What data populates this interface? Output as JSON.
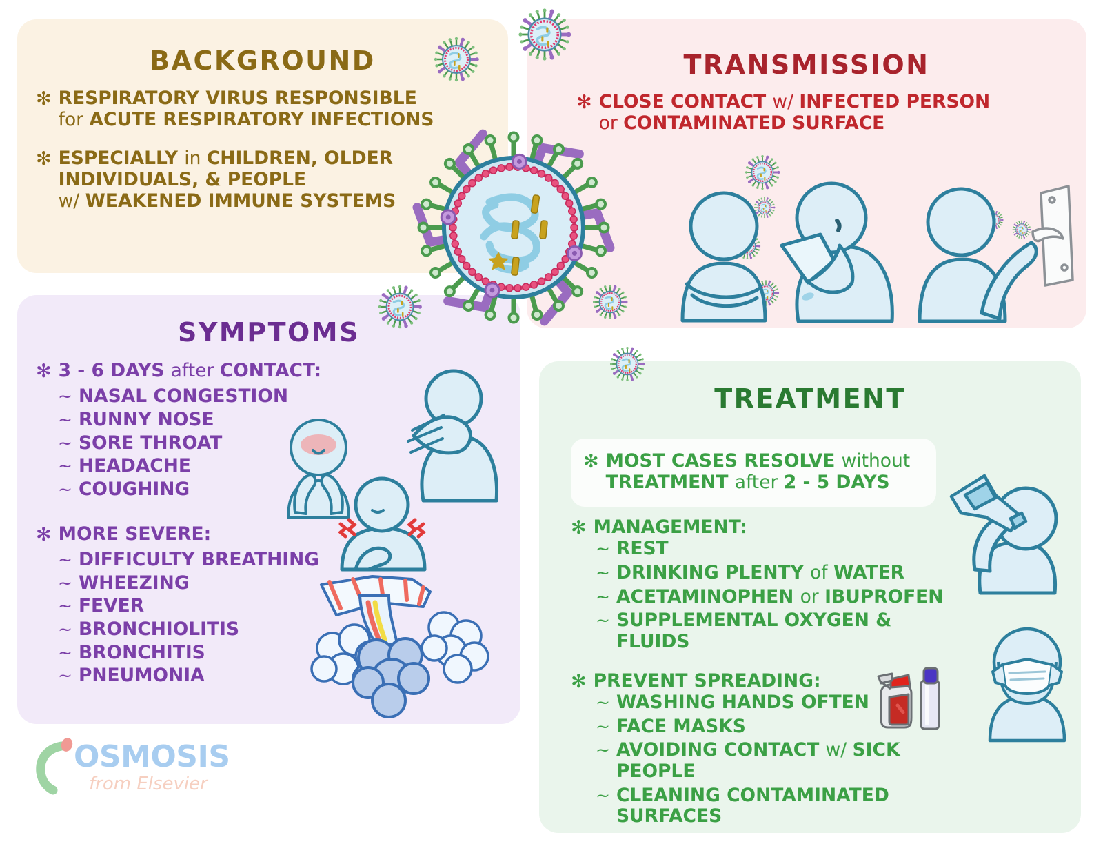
{
  "panels": {
    "background": {
      "title": "BACKGROUND",
      "color": "#8a6a16",
      "bullets": [
        {
          "lines": [
            [
              {
                "t": "RESPIRATORY VIRUS RESPONSIBLE",
                "w": "sb"
              }
            ],
            [
              {
                "t": "for ",
                "w": "lw"
              },
              {
                "t": "ACUTE RESPIRATORY INFECTIONS",
                "w": "sb"
              }
            ]
          ]
        },
        {
          "lines": [
            [
              {
                "t": "ESPECIALLY ",
                "w": "sb"
              },
              {
                "t": "in ",
                "w": "lw"
              },
              {
                "t": "CHILDREN, OLDER",
                "w": "sb"
              }
            ],
            [
              {
                "t": "INDIVIDUALS, & PEOPLE",
                "w": "sb"
              }
            ],
            [
              {
                "t": "w/ ",
                "w": "lw"
              },
              {
                "t": "WEAKENED IMMUNE SYSTEMS",
                "w": "sb"
              }
            ]
          ]
        }
      ]
    },
    "transmission": {
      "title": "TRANSMISSION",
      "color": "#c0272d",
      "bullets": [
        {
          "lines": [
            [
              {
                "t": "CLOSE CONTACT ",
                "w": "sb"
              },
              {
                "t": "w/ ",
                "w": "lw"
              },
              {
                "t": "INFECTED PERSON",
                "w": "sb"
              }
            ],
            [
              {
                "t": "or ",
                "w": "lw"
              },
              {
                "t": "CONTAMINATED SURFACE",
                "w": "sb"
              }
            ]
          ]
        }
      ]
    },
    "symptoms": {
      "title": "SYMPTOMS",
      "color": "#7b3fa8",
      "groups": [
        {
          "heading": [
            {
              "t": "3 - 6 DAYS ",
              "w": "sb"
            },
            {
              "t": "after ",
              "w": "lw"
            },
            {
              "t": "CONTACT:",
              "w": "sb"
            }
          ],
          "items": [
            {
              "t": "NASAL CONGESTION",
              "w": "bd"
            },
            {
              "t": "RUNNY NOSE",
              "w": "sb"
            },
            {
              "t": "SORE THROAT",
              "w": "bd"
            },
            {
              "t": "HEADACHE",
              "w": "sb"
            },
            {
              "t": "COUGHING",
              "w": "bd"
            }
          ]
        },
        {
          "heading": [
            {
              "t": "MORE SEVERE:",
              "w": "sb"
            }
          ],
          "items": [
            {
              "t": "DIFFICULTY BREATHING",
              "w": "sb"
            },
            {
              "t": "WHEEZING",
              "w": "sb"
            },
            {
              "t": "FEVER",
              "w": "sb"
            },
            {
              "t": "BRONCHIOLITIS",
              "w": "bd"
            },
            {
              "t": "BRONCHITIS",
              "w": "sb"
            },
            {
              "t": "PNEUMONIA",
              "w": "sb"
            }
          ]
        }
      ]
    },
    "treatment": {
      "title": "TREATMENT",
      "color": "#3ba045",
      "callout": {
        "lines": [
          [
            {
              "t": "MOST CASES RESOLVE ",
              "w": "sb"
            },
            {
              "t": "without",
              "w": "lw"
            }
          ],
          [
            {
              "t": "TREATMENT ",
              "w": "sb"
            },
            {
              "t": "after ",
              "w": "lw"
            },
            {
              "t": "2 - 5 DAYS",
              "w": "sb"
            }
          ]
        ]
      },
      "groups": [
        {
          "heading": [
            {
              "t": "MANAGEMENT:",
              "w": "sb"
            }
          ],
          "items": [
            [
              {
                "t": "REST",
                "w": "sb"
              }
            ],
            [
              {
                "t": "DRINKING PLENTY ",
                "w": "bd"
              },
              {
                "t": "of ",
                "w": "lw"
              },
              {
                "t": "WATER",
                "w": "bd"
              }
            ],
            [
              {
                "t": "ACETAMINOPHEN ",
                "w": "sb"
              },
              {
                "t": "or ",
                "w": "lw"
              },
              {
                "t": "IBUPROFEN",
                "w": "sb"
              }
            ],
            [
              {
                "t": "SUPPLEMENTAL OXYGEN & FLUIDS",
                "w": "sb"
              }
            ]
          ]
        },
        {
          "heading": [
            {
              "t": "PREVENT SPREADING:",
              "w": "sb"
            }
          ],
          "items": [
            [
              {
                "t": "WASHING HANDS OFTEN",
                "w": "sb"
              }
            ],
            [
              {
                "t": "FACE MASKS",
                "w": "bd"
              }
            ],
            [
              {
                "t": "AVOIDING CONTACT ",
                "w": "sb"
              },
              {
                "t": "w/ ",
                "w": "lw"
              },
              {
                "t": "SICK PEOPLE",
                "w": "sb"
              }
            ],
            [
              {
                "t": "CLEANING CONTAMINATED SURFACES",
                "w": "bd"
              }
            ]
          ]
        }
      ]
    }
  },
  "markers": {
    "star": "✻",
    "tilde": "~"
  },
  "logo": {
    "word": "OSMOSIS",
    "tagline": "from Elsevier"
  },
  "colors": {
    "bg_panel": "#fbf2e3",
    "transmission_panel": "#fceced",
    "symptoms_panel": "#f2eaf9",
    "treatment_panel": "#eaf5ec",
    "background_text": "#8a6a16",
    "transmission_text": "#c0272d",
    "symptoms_text": "#7b3fa8",
    "treatment_text": "#3ba045",
    "figure_fill": "#ddeef7",
    "figure_stroke": "#2d7f9d",
    "virus_membrane": "#e23a6e",
    "virus_spike_green": "#4b9b4e",
    "virus_spike_purple": "#9a6cc0"
  },
  "illustrations": [
    {
      "name": "virus-large-center"
    },
    {
      "name": "virus-particle-small"
    },
    {
      "name": "person-arms-crossed"
    },
    {
      "name": "person-sneezing-tissue"
    },
    {
      "name": "person-touching-door-handle"
    },
    {
      "name": "person-sick-face-flushed"
    },
    {
      "name": "person-coughing-into-elbow"
    },
    {
      "name": "person-sore-throat"
    },
    {
      "name": "bronchioles-alveoli"
    },
    {
      "name": "person-drinking-water"
    },
    {
      "name": "person-wearing-face-mask"
    },
    {
      "name": "spray-bottle-and-sanitizer"
    }
  ]
}
